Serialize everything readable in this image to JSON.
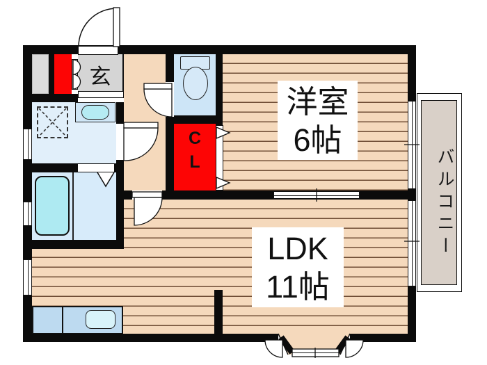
{
  "plan": {
    "rooms": {
      "genkan": {
        "label": "玄"
      },
      "closet": {
        "line1": "C",
        "line2": "L"
      },
      "western_room": {
        "name": "洋室",
        "size": "6帖"
      },
      "ldk": {
        "name": "LDK",
        "size": "11帖"
      },
      "balcony": {
        "label": "バルコニー"
      }
    },
    "fixtures": [
      "entrance-door-icon",
      "shoe-cabinet-doors-icon",
      "toilet-icon",
      "vanity-sink-icon",
      "washing-machine-pan-icon",
      "bathtub-icon",
      "folding-door-icon",
      "closet-folding-doors-icon",
      "hinged-door-icon",
      "sliding-door-icon",
      "kitchen-counter-sink-icon",
      "bay-window-icon",
      "window-icon"
    ],
    "colors": {
      "wall": "#0b0b0b",
      "wood_floor": "#f5d9bc",
      "wood_line": "#6f4d35",
      "highlight_red": "#fd0505",
      "genkan_gray": "#d5d5d5",
      "wet_area_blue": "#dcecfa",
      "fixture_cyan": "#b5ebf3",
      "counter_blue": "#bddaf0",
      "balcony_gray": "#d9d0c8"
    }
  }
}
